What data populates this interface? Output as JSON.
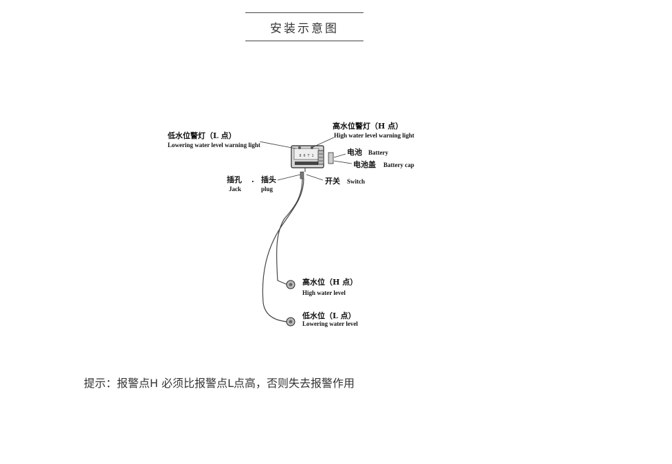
{
  "title": "安装示意图",
  "labels": {
    "low_light_cn": "低水位警灯（L 点）",
    "low_light_en": "Lowering water level warning light",
    "high_light_cn": "高水位警灯（H 点）",
    "high_light_en": "High water level warning light",
    "battery_cn": "电池",
    "battery_en": "Battery",
    "battery_cap_cn": "电池盖",
    "battery_cap_en": "Battery cap",
    "jack_cn": "插孔",
    "jack_en": "Jack",
    "plug_cn": "插头",
    "plug_en": "plug",
    "switch_cn": "开关",
    "switch_en": "Switch",
    "high_level_cn": "高水位（H 点）",
    "high_level_en": "High water level",
    "low_level_cn": "低水位（L 点）",
    "low_level_en": "Lowering water level",
    "dot": ".",
    "device_text": "8 0 T 1"
  },
  "tip": "提示：报警点H 必须比报警点L点高，否则失去报警作用"
}
